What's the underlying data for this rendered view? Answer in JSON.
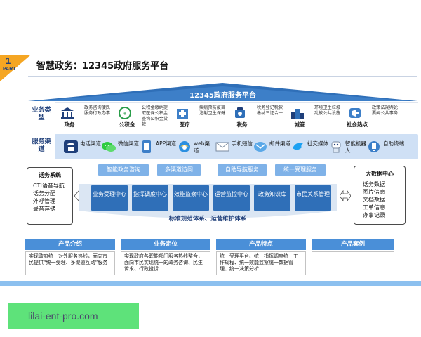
{
  "header": {
    "part_number": "1",
    "part_label": "PART",
    "title": "智慧政务：12345政府服务平台"
  },
  "platform_title": "12345政府服务平台",
  "business": {
    "label": "业务类型",
    "items": [
      {
        "name": "政务",
        "icon": "government-building-icon",
        "desc": "政务咨询便民服务行政办事"
      },
      {
        "name": "公积金",
        "icon": "housing-fund-icon",
        "desc": "公积金缴纳提取医保公积金查询公积金贷款"
      },
      {
        "name": "医疗",
        "icon": "hospital-icon",
        "desc": "疾病预防疫苗注射卫生保健"
      },
      {
        "name": "税务",
        "icon": "tax-icon",
        "desc": "税务登记税款缴纳三证合一"
      },
      {
        "name": "城管",
        "icon": "city-management-icon",
        "desc": "环境卫生垃圾乱放公共设施"
      },
      {
        "name": "社会热点",
        "icon": "social-hotspot-icon",
        "desc": "政策法规舆论要闻公共事务"
      }
    ]
  },
  "channels": {
    "label": "服务渠道",
    "items": [
      {
        "name": "电话渠道",
        "icon": "phone-icon"
      },
      {
        "name": "微信渠道",
        "icon": "wechat-icon"
      },
      {
        "name": "APP渠道",
        "icon": "app-icon"
      },
      {
        "name": "web渠道",
        "icon": "web-browser-icon"
      },
      {
        "name": "手机短信",
        "icon": "sms-envelope-icon"
      },
      {
        "name": "邮件渠道",
        "icon": "email-icon"
      },
      {
        "name": "社交媒体",
        "icon": "social-media-icon"
      },
      {
        "name": "智能机器人",
        "icon": "robot-icon"
      },
      {
        "name": "自助终端",
        "icon": "kiosk-icon"
      }
    ]
  },
  "left_box": {
    "title": "话务系统",
    "items": [
      "CTI语音导航",
      "话务分配",
      "外呼管理",
      "录音存储"
    ]
  },
  "right_box": {
    "title": "大数据中心",
    "items": [
      "话务数据",
      "图片信息",
      "文档数据",
      "工单信息",
      "办事记录"
    ]
  },
  "service_pills": [
    "智能政务咨询",
    "多渠道访问",
    "自助导航服务",
    "统一受理服务"
  ],
  "core_modules": [
    "业务受理中心",
    "指挥调度中心",
    "效能监察中心",
    "运营监控中心",
    "政务知识库",
    "市民关系管理"
  ],
  "core_caption": "标准规范体系、运营维护体系",
  "footer": [
    {
      "title": "产品介绍",
      "body": "实现政府统一对外服务热线，面向市民提供“统一受理、多渠道互动”服务"
    },
    {
      "title": "业务定位",
      "body": "实现政府各职能部门服务热线整合，面向市民实现统一的政务咨询、民生诉求、行政投诉"
    },
    {
      "title": "产品特点",
      "body": "统一受理平台、统一指挥调度统一工作规程、统一效能监察统一数据管理、统一决策分析"
    },
    {
      "title": "产品案例",
      "body": ""
    }
  ],
  "watermark": "lilai-ent-pro.com",
  "colors": {
    "accent_dark": "#1f3f7a",
    "accent_mid": "#2f6fb8",
    "accent_light": "#7fb2e8",
    "band": "#cfe0f5",
    "badge": "#f5a623",
    "watermark_bg": "#5ee27a"
  }
}
